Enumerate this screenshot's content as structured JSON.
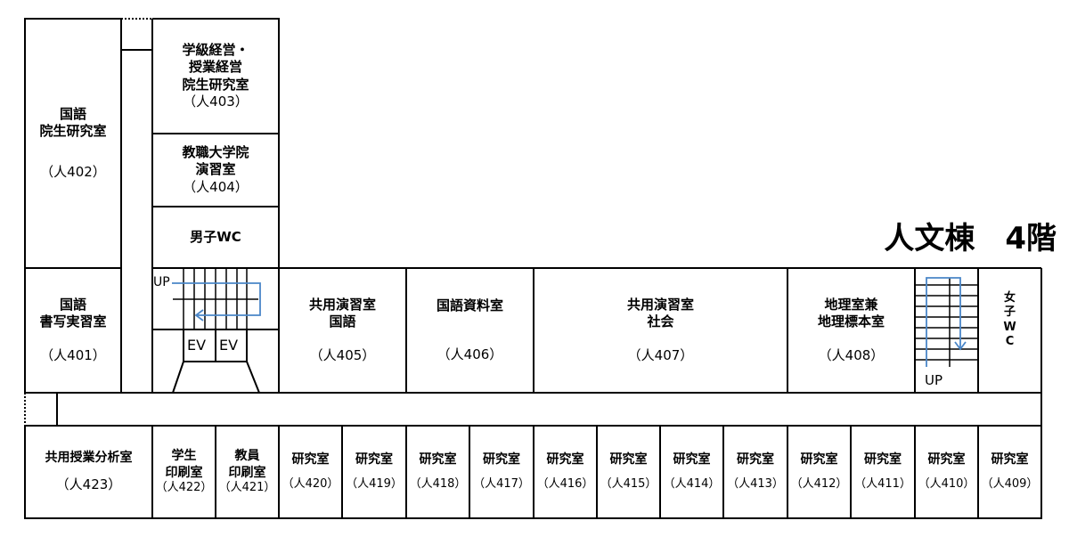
{
  "building_title": "人文棟　4階",
  "rooms": {
    "r402": {
      "name": "国語\n院生研究室",
      "number": "（人402）"
    },
    "r401": {
      "name": "国語\n書写実習室",
      "number": "（人401）"
    },
    "r403": {
      "name": "学級経営・\n授業経営\n院生研究室",
      "number": "（人403）"
    },
    "r404": {
      "name": "教職大学院\n演習室",
      "number": "（人404）"
    },
    "wc_men": {
      "name": "男子WC"
    },
    "r405": {
      "name": "共用演習室\n国語",
      "number": "（人405）"
    },
    "r406": {
      "name": "国語資料室",
      "number": "（人406）"
    },
    "r407": {
      "name": "共用演習室\n社会",
      "number": "（人407）"
    },
    "r408": {
      "name": "地理室兼\n地理標本室",
      "number": "（人408）"
    },
    "wc_women": {
      "name": "女\n子\nW\nC"
    },
    "r423": {
      "name": "共用授業分析室",
      "number": "（人423）"
    },
    "r422": {
      "name": "学生\n印刷室",
      "number": "（人422）"
    },
    "r421": {
      "name": "教員\n印刷室",
      "number": "（人421）"
    }
  },
  "research_rooms": {
    "name": "研究室",
    "numbers": [
      "（人420）",
      "（人419）",
      "（人418）",
      "（人417）",
      "（人416）",
      "（人415）",
      "（人414）",
      "（人413）",
      "（人412）",
      "（人411）",
      "（人410）",
      "（人409）"
    ]
  },
  "stairs": {
    "up_label_left": "UP",
    "up_label_right": "UP"
  },
  "elevators": {
    "ev1": "EV",
    "ev2": "EV"
  },
  "colors": {
    "line": "#000000",
    "arrow": "#4a86c8"
  }
}
